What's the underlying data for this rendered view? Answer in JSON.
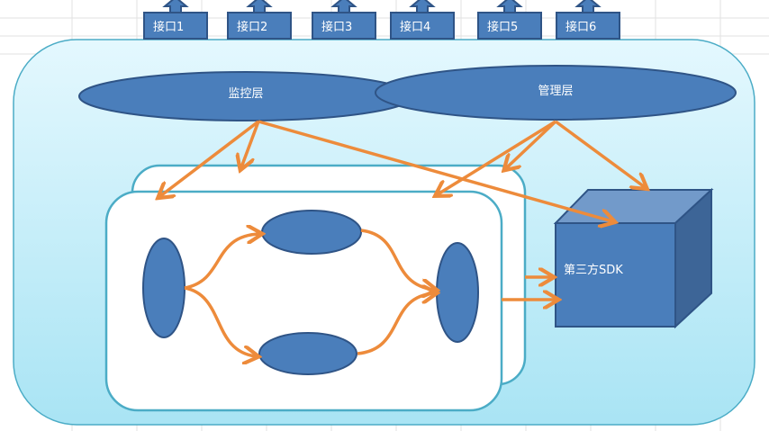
{
  "interfaces": [
    "接口1",
    "接口2",
    "接口3",
    "接口4",
    "接口5",
    "接口6"
  ],
  "layers": {
    "monitor": "监控层",
    "management": "管理层"
  },
  "sdk": "第三方SDK",
  "colors": {
    "shape": "#4A7EBB",
    "stroke": "#2F5486",
    "arrow": "#ED8B3B",
    "container": "#4BACC6"
  }
}
